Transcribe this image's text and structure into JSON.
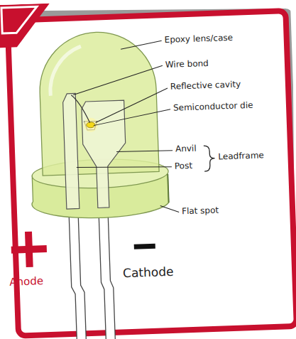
{
  "diagram": {
    "labels": [
      "Epoxy lens/case",
      "Wire bond",
      "Reflective cavity",
      "Semiconductor die",
      "Anvil",
      "Post",
      "Leadframe",
      "Flat spot",
      "Anode",
      "Cathode"
    ]
  }
}
